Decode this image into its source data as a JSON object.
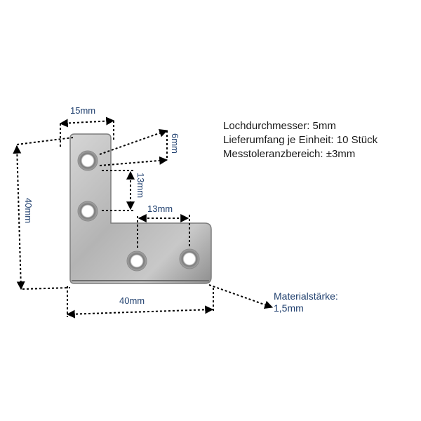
{
  "colors": {
    "dimension_text": "#1f3f6e",
    "arrow": "#000000",
    "metal_light": "#c9c9c9",
    "metal_dark": "#8c8c8c"
  },
  "dimensions": {
    "top_width": "15mm",
    "hole_diameter": "6mm",
    "hole_spacing_vertical": "13mm",
    "hole_spacing_horizontal": "13mm",
    "height": "40mm",
    "width": "40mm"
  },
  "info": {
    "line1": "Lochdurchmesser: 5mm",
    "line2": "Lieferumfang je Einheit: 10 Stück",
    "line3": "Messtoleranzbereich: ±3mm"
  },
  "material": {
    "label": "Materialstärke:",
    "value": "1,5mm"
  }
}
